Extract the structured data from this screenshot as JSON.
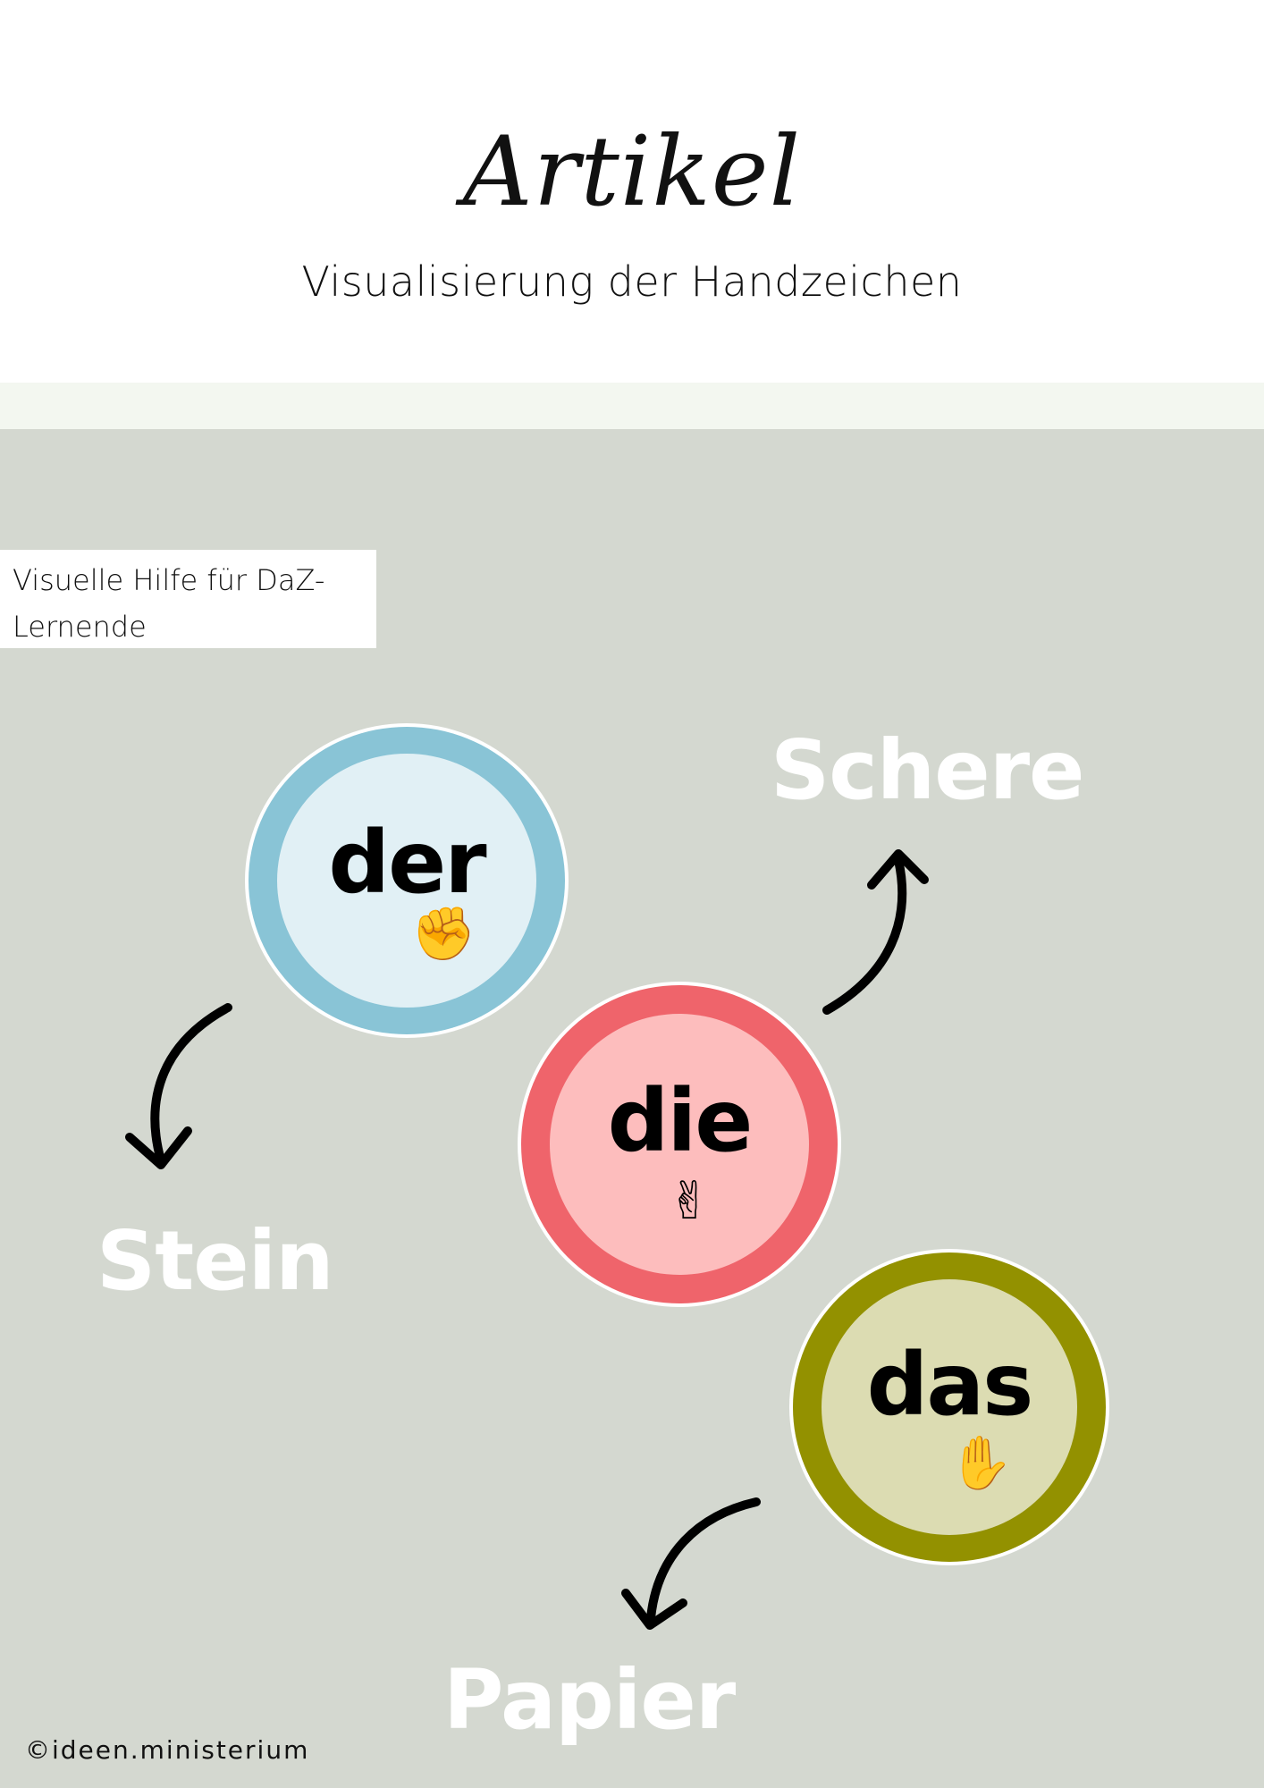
{
  "header": {
    "title": "Artikel",
    "subtitle": "Visualisierung der Handzeichen"
  },
  "note": {
    "line1": "Visuelle Hilfe für DaZ-",
    "line2": "Lernende"
  },
  "articles": [
    {
      "word": "der",
      "hand": "fist-hand-icon",
      "hand_glyph": "✊",
      "ring_color": "#89c4d6",
      "fill_color": "#e1f0f5"
    },
    {
      "word": "die",
      "hand": "victory-hand-icon",
      "hand_glyph": "✌",
      "ring_color": "#ef646b",
      "fill_color": "#fdbdbd"
    },
    {
      "word": "das",
      "hand": "open-hand-icon",
      "hand_glyph": "✋",
      "ring_color": "#939100",
      "fill_color": "#dcdcb2"
    }
  ],
  "labels": {
    "stein": "Stein",
    "schere": "Schere",
    "papier": "Papier"
  },
  "footer": {
    "copyright": "©ideen.ministerium"
  },
  "colors": {
    "panel": "#d4d8d0",
    "band": "#f3f7f0",
    "label_text": "#ffffff"
  }
}
